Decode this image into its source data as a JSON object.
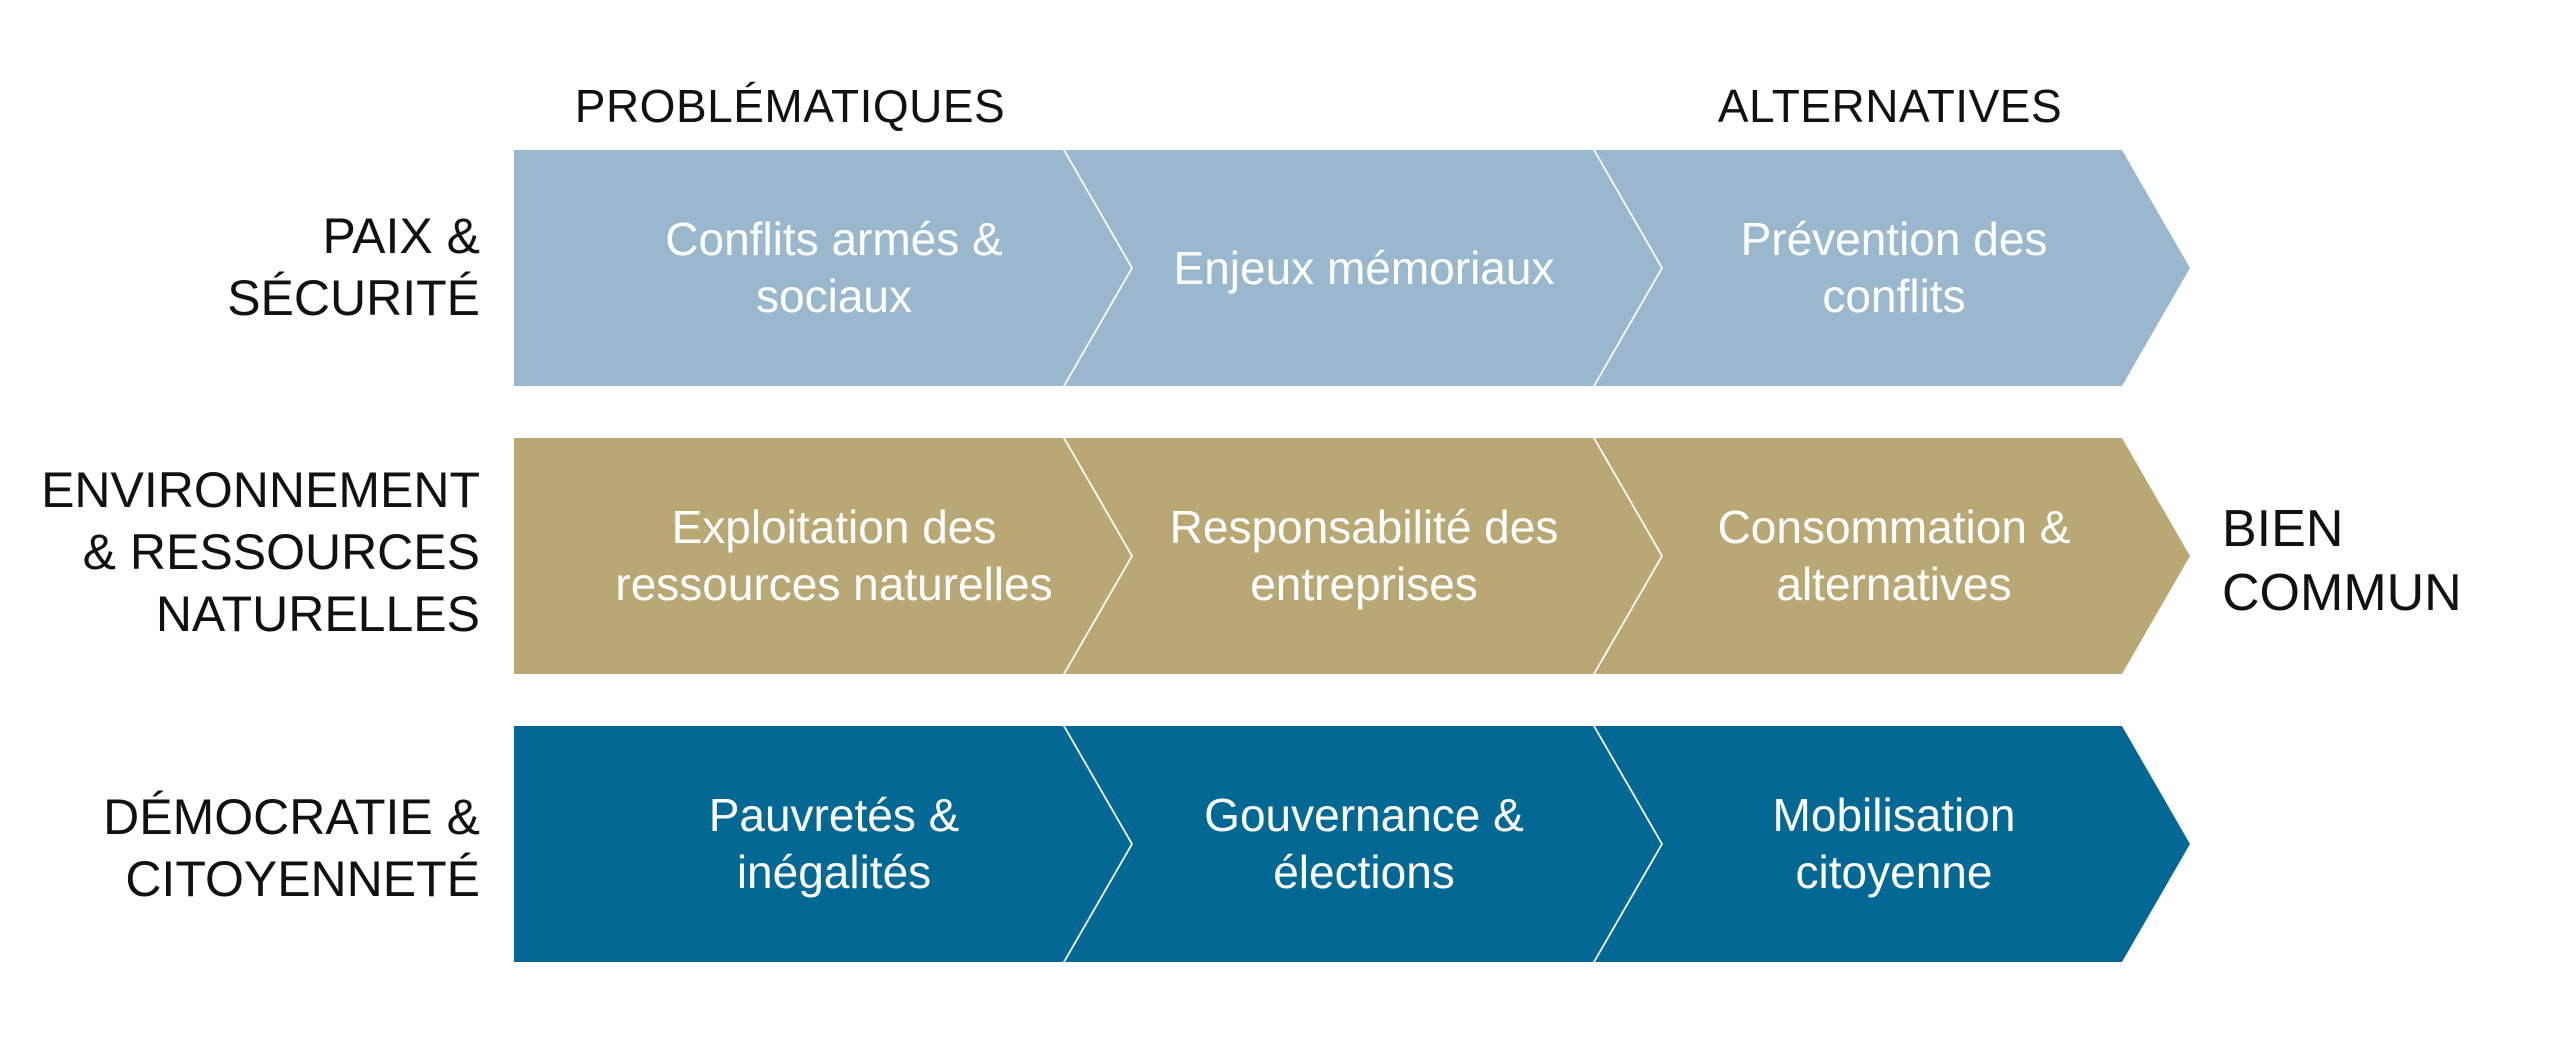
{
  "headers": {
    "left": "PROBLÉMATIQUES",
    "right": "ALTERNATIVES"
  },
  "rows": [
    {
      "label_lines": [
        "PAIX &",
        "SÉCURITÉ"
      ],
      "color": "#9AB8CD",
      "cells": [
        {
          "lines": [
            "Conflits armés &",
            "sociaux"
          ]
        },
        {
          "lines": [
            "Enjeux mémoriaux"
          ]
        },
        {
          "lines": [
            "Prévention des",
            "conflits"
          ]
        }
      ]
    },
    {
      "label_lines": [
        "ENVIRONNEMENT",
        "& RESSOURCES",
        "NATURELLES"
      ],
      "color": "#BAA874",
      "cells": [
        {
          "lines": [
            "Exploitation des",
            "ressources naturelles"
          ]
        },
        {
          "lines": [
            "Responsabilité des",
            "entreprises"
          ]
        },
        {
          "lines": [
            "Consommation &",
            "alternatives"
          ]
        }
      ]
    },
    {
      "label_lines": [
        "DÉMOCRATIE &",
        "CITOYENNETÉ"
      ],
      "color": "#036894",
      "cells": [
        {
          "lines": [
            "Pauvretés &",
            "inégalités"
          ]
        },
        {
          "lines": [
            "Gouvernance &",
            "élections"
          ]
        },
        {
          "lines": [
            "Mobilisation",
            "citoyenne"
          ]
        }
      ]
    }
  ],
  "outcome_lines": [
    "BIEN",
    "COMMUN"
  ]
}
